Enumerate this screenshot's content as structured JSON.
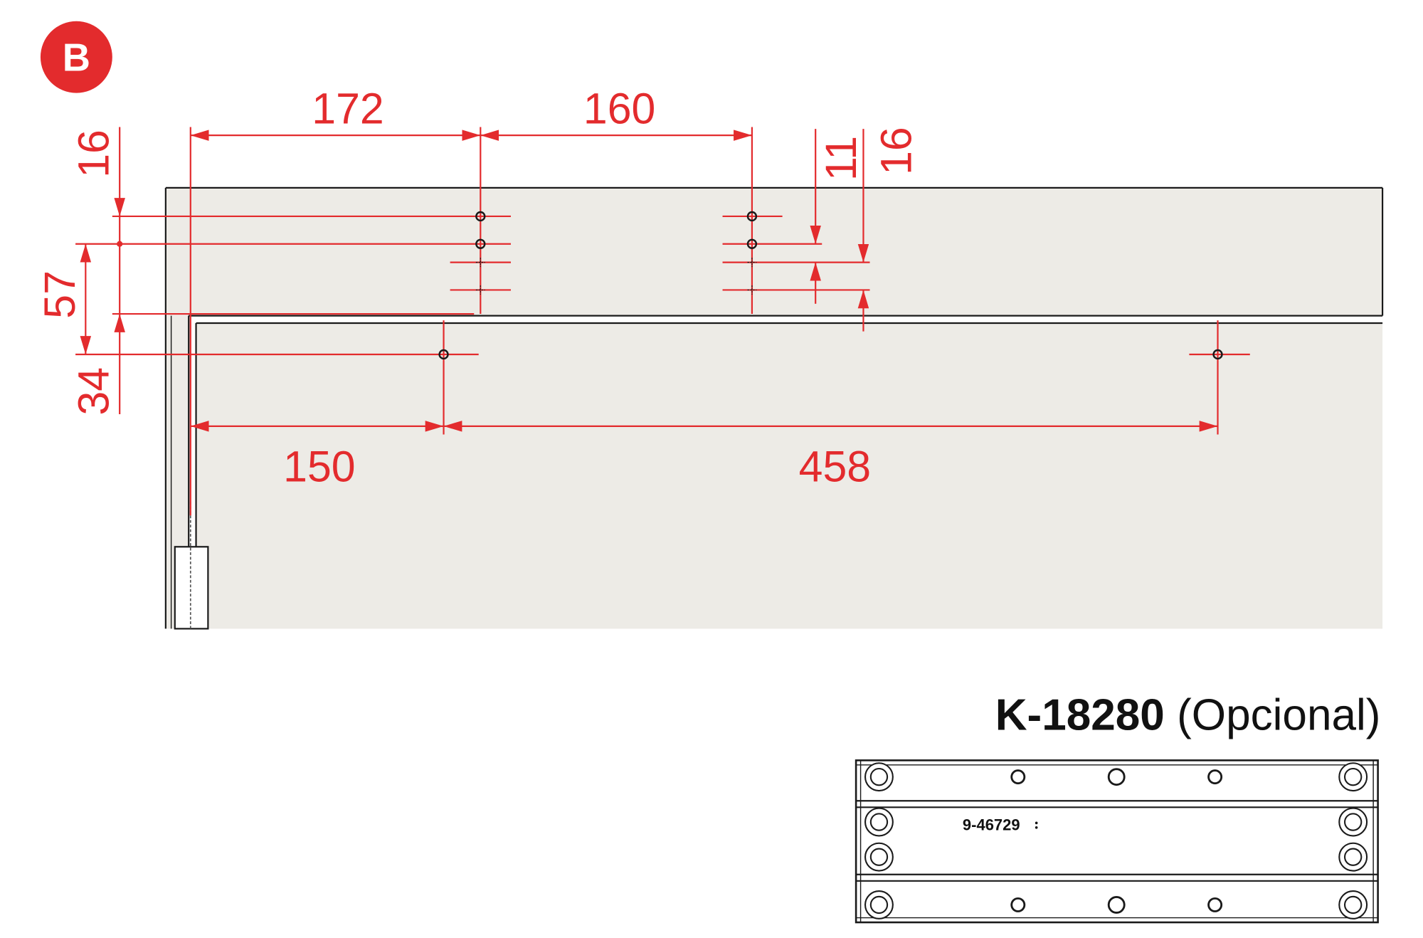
{
  "badge": {
    "label": "B"
  },
  "dimensions": {
    "top_left": "172",
    "top_middle": "160",
    "right_upper": "11",
    "right_lower": "16",
    "left_top": "16",
    "left_middle": "57",
    "left_bottom": "34",
    "bottom_left": "150",
    "bottom_right": "458"
  },
  "accessory": {
    "code": "K-18280",
    "note": " (Opcional)",
    "plate_marking": "9-46729"
  },
  "colors": {
    "dimension": "#e32b2d",
    "panel": "#edebe6",
    "outline": "#1a1a1a"
  }
}
